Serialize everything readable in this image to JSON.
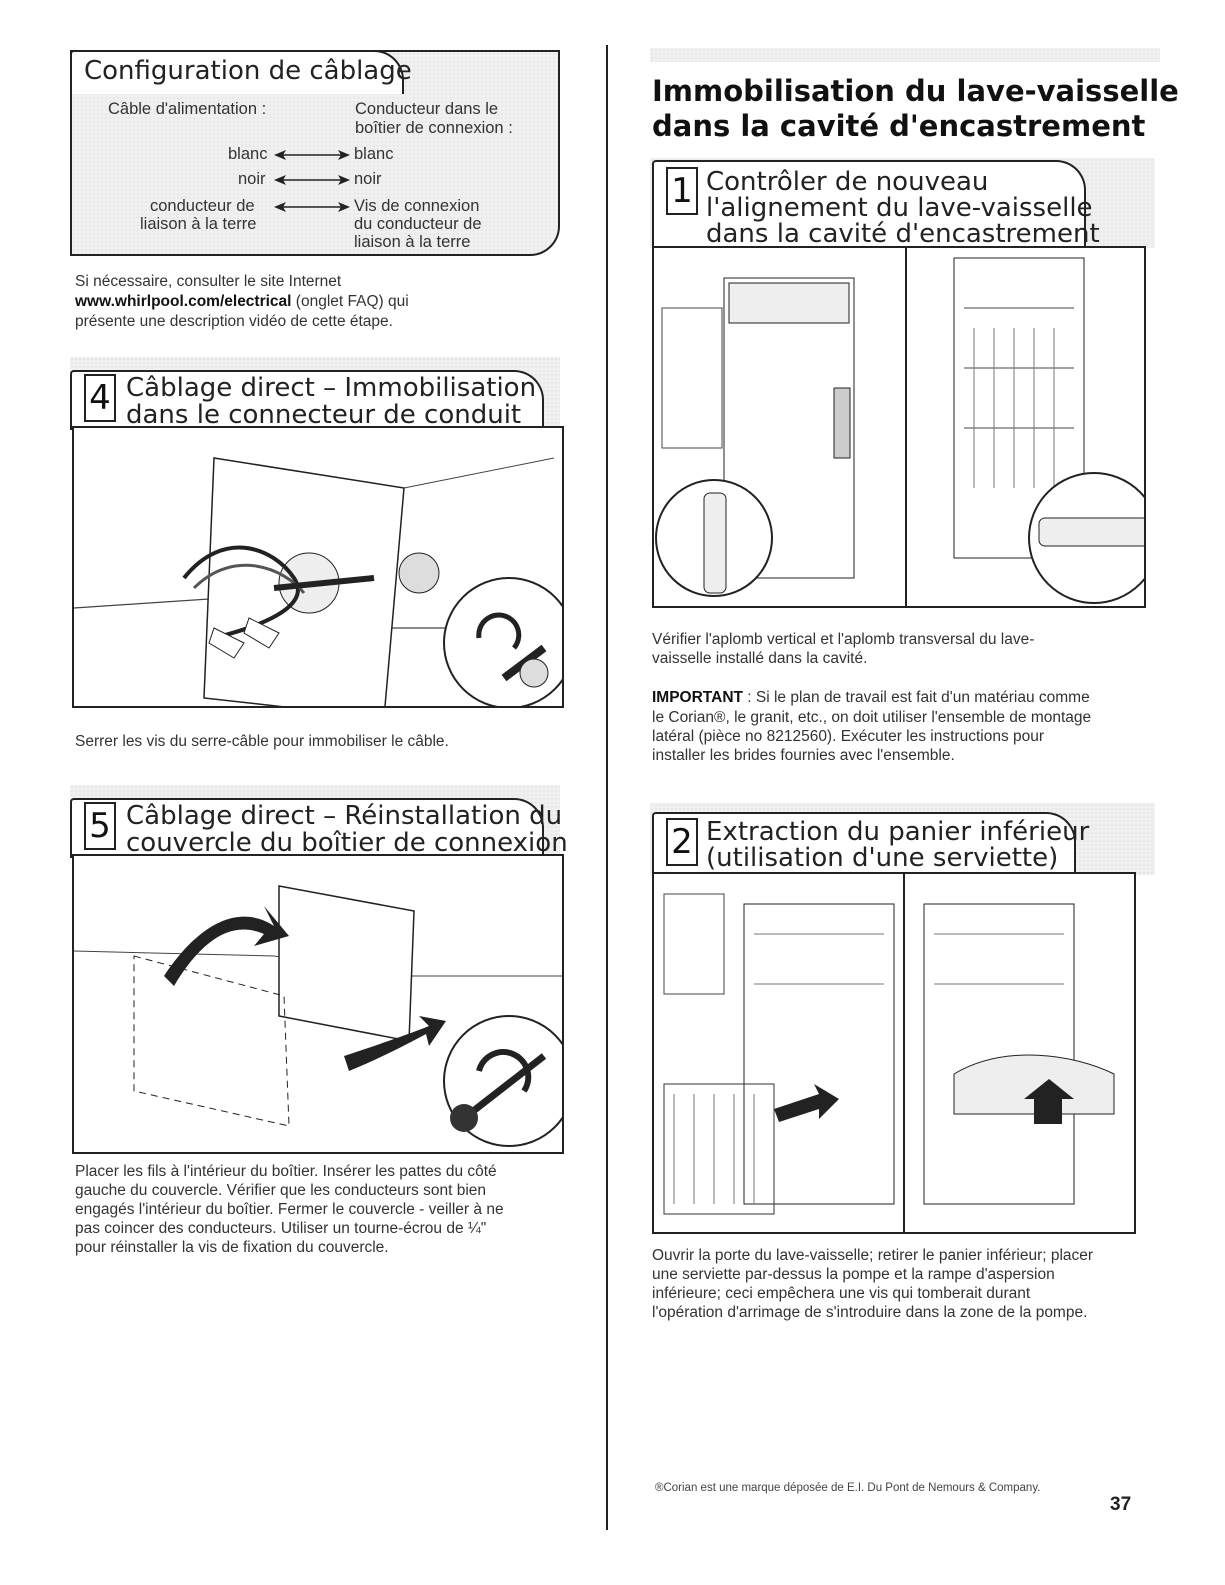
{
  "wiring": {
    "title": "Configuration de câblage",
    "col1_header": "Câble d'alimentation :",
    "col2_header_1": "Conducteur dans le",
    "col2_header_2": "boîtier de connexion :",
    "rows": [
      {
        "left": "blanc",
        "right": "blanc"
      },
      {
        "left": "noir",
        "right": "noir"
      }
    ],
    "ground_left_1": "conducteur de",
    "ground_left_2": "liaison à la terre",
    "ground_right_1": "Vis de connexion",
    "ground_right_2": "du conducteur de",
    "ground_right_3": "liaison à la terre"
  },
  "wiring_note": {
    "line1": "Si nécessaire, consulter le site Internet",
    "url": "www.whirlpool.com/electrical",
    "line2_rest": " (onglet FAQ) qui",
    "line3": "présente une description vidéo de cette étape."
  },
  "step4": {
    "number": "4",
    "title_1": "Câblage direct – Immobilisation",
    "title_2": "dans le connecteur de conduit",
    "caption": "Serrer les vis du serre-câble pour immobiliser le câble."
  },
  "step5": {
    "number": "5",
    "title_1": "Câblage direct – Réinstallation du",
    "title_2": "couvercle du boîtier de connexion",
    "caption_lines": [
      "Placer les fils à l'intérieur du boîtier. Insérer les pattes du côté",
      "gauche du couvercle. Vérifier que les conducteurs sont bien",
      "engagés l'intérieur du boîtier. Fermer le couvercle - veiller à ne",
      "pas coincer des conducteurs. Utiliser un tourne-écrou de ¼\"",
      "pour réinstaller la vis de fixation du couvercle."
    ]
  },
  "section": {
    "title_1": "Immobilisation du lave-vaisselle",
    "title_2": "dans la cavité d'encastrement"
  },
  "step1": {
    "number": "1",
    "title_1": "Contrôler de nouveau",
    "title_2": "l'alignement du lave-vaisselle",
    "title_3": "dans la cavité d'encastrement",
    "caption_1": "Vérifier l'aplomb vertical et l'aplomb transversal du lave-",
    "caption_2": "vaisselle installé dans la cavité.",
    "important_label": "IMPORTANT",
    "important_lines": [
      " : Si le plan de travail est fait d'un matériau comme",
      "le Corian®, le granit, etc., on doit utiliser l'ensemble de montage",
      "latéral (pièce no 8212560). Exécuter les instructions pour",
      "installer les brides fournies avec l'ensemble."
    ]
  },
  "step2": {
    "number": "2",
    "title_1": "Extraction du panier inférieur",
    "title_2": "(utilisation d'une serviette)",
    "caption_lines": [
      "Ouvrir la porte du lave-vaisselle; retirer le panier inférieur; placer",
      "une serviette par-dessus la pompe et la rampe d'aspersion",
      "inférieure; ceci empêchera une vis qui tomberait durant",
      "l'opération d'arrimage de s'introduire dans la zone de la pompe."
    ]
  },
  "footnote": "®Corian est une marque déposée de E.I. Du Pont de Nemours & Company.",
  "page_number": "37"
}
